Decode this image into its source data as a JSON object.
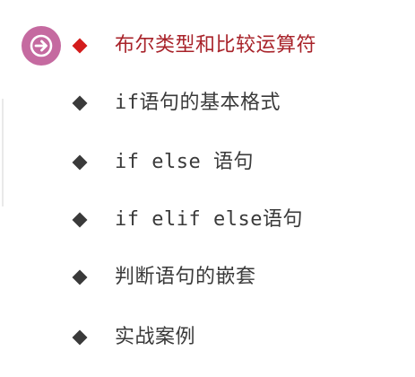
{
  "colors": {
    "active_text": "#a8232a",
    "active_bullet": "#d31c1c",
    "normal_text": "#3a3a3a",
    "normal_bullet": "#3a3a3a",
    "badge": "#c56aa0"
  },
  "toc": {
    "items": [
      {
        "label": "布尔类型和比较运算符",
        "active": true,
        "current_marker_icon": "arrow-right-icon"
      },
      {
        "label": "if语句的基本格式",
        "active": false
      },
      {
        "label": "if else 语句",
        "active": false
      },
      {
        "label": "if elif else语句",
        "active": false
      },
      {
        "label": "判断语句的嵌套",
        "active": false
      },
      {
        "label": "实战案例",
        "active": false
      }
    ]
  }
}
